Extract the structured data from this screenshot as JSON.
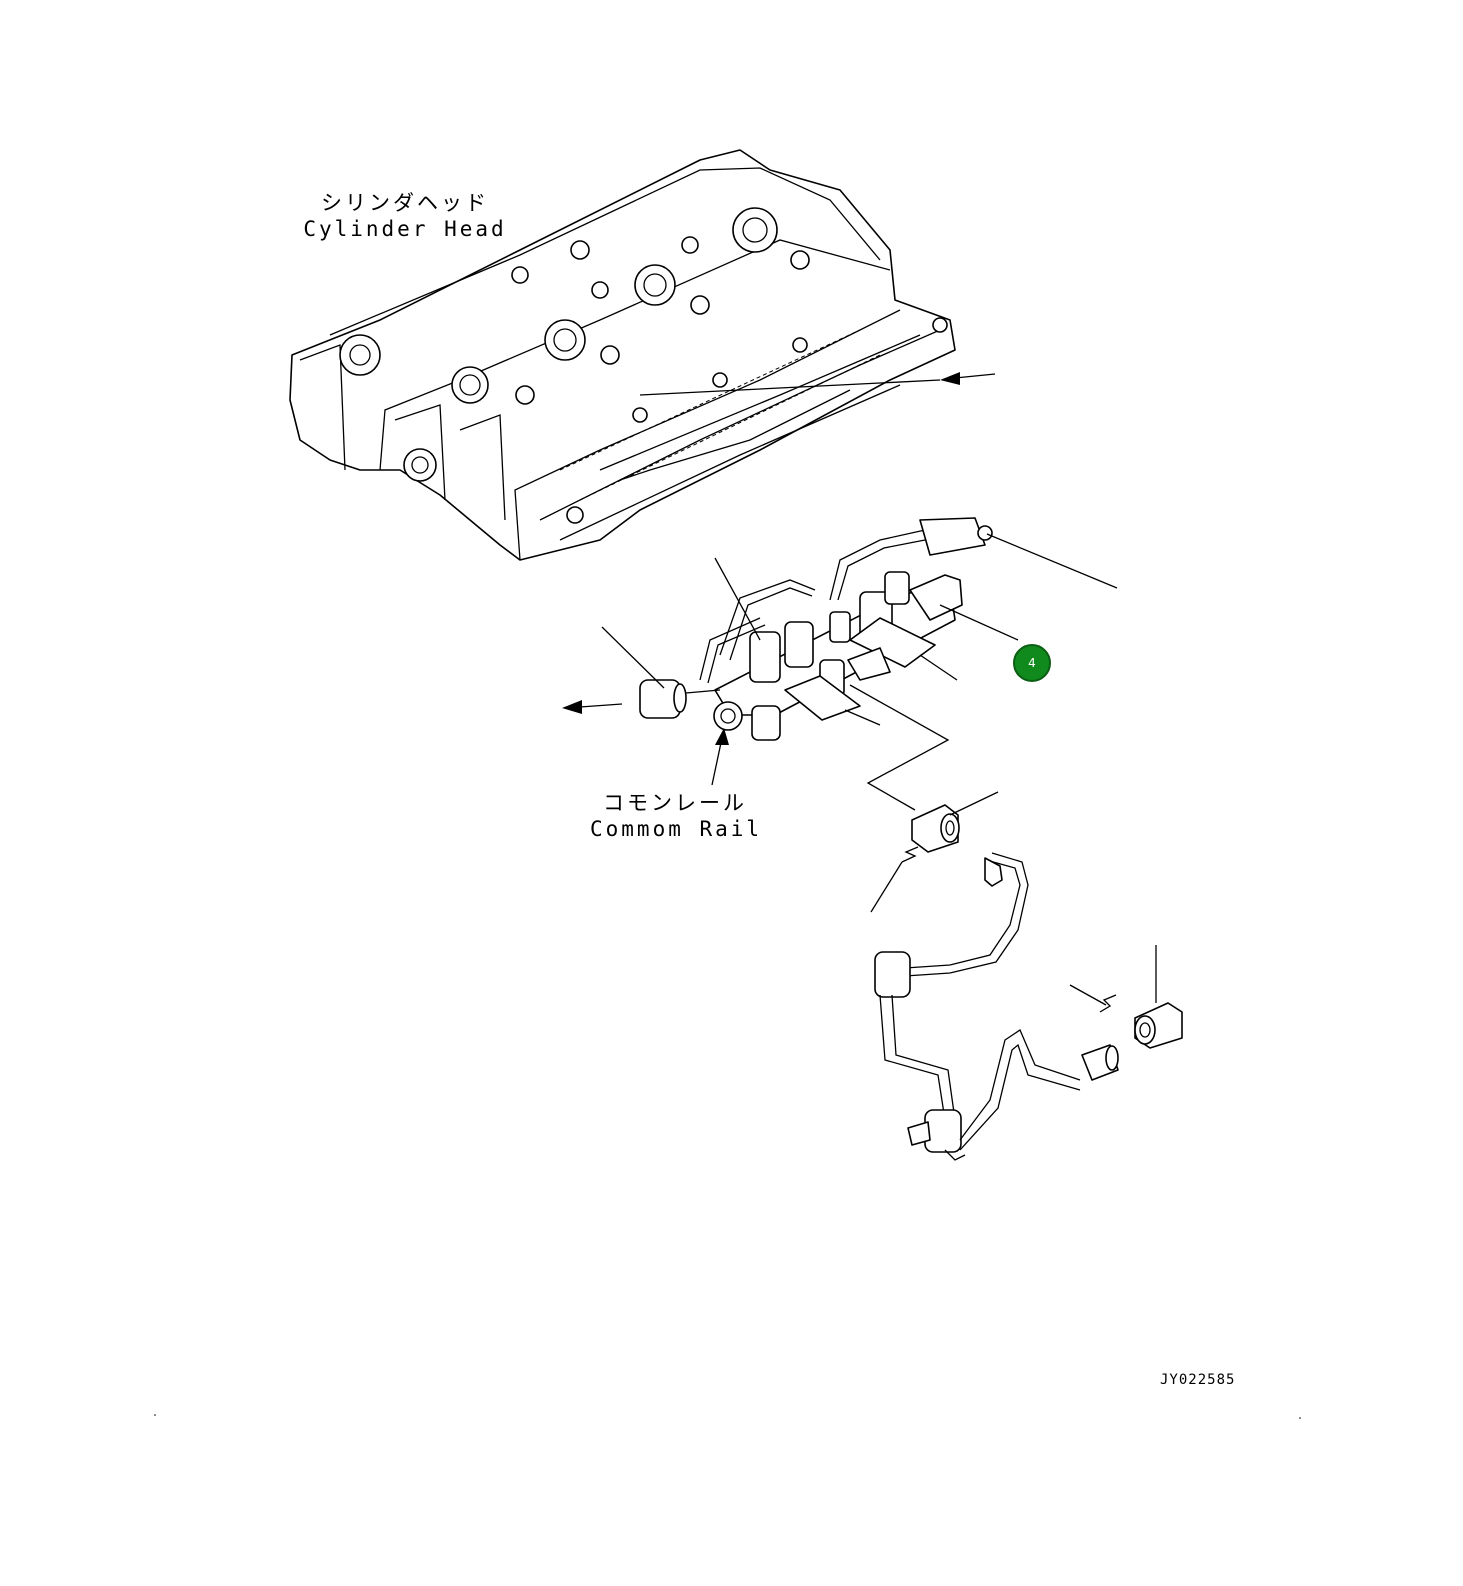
{
  "labels": {
    "cylinder_head_jp": "シリンダヘッド",
    "cylinder_head_en": "Cylinder Head",
    "common_rail_jp": "コモンレール",
    "common_rail_en": "Commom Rail"
  },
  "callout": {
    "number": "4",
    "color": "#118a1d"
  },
  "drawing_number": "JY022585"
}
